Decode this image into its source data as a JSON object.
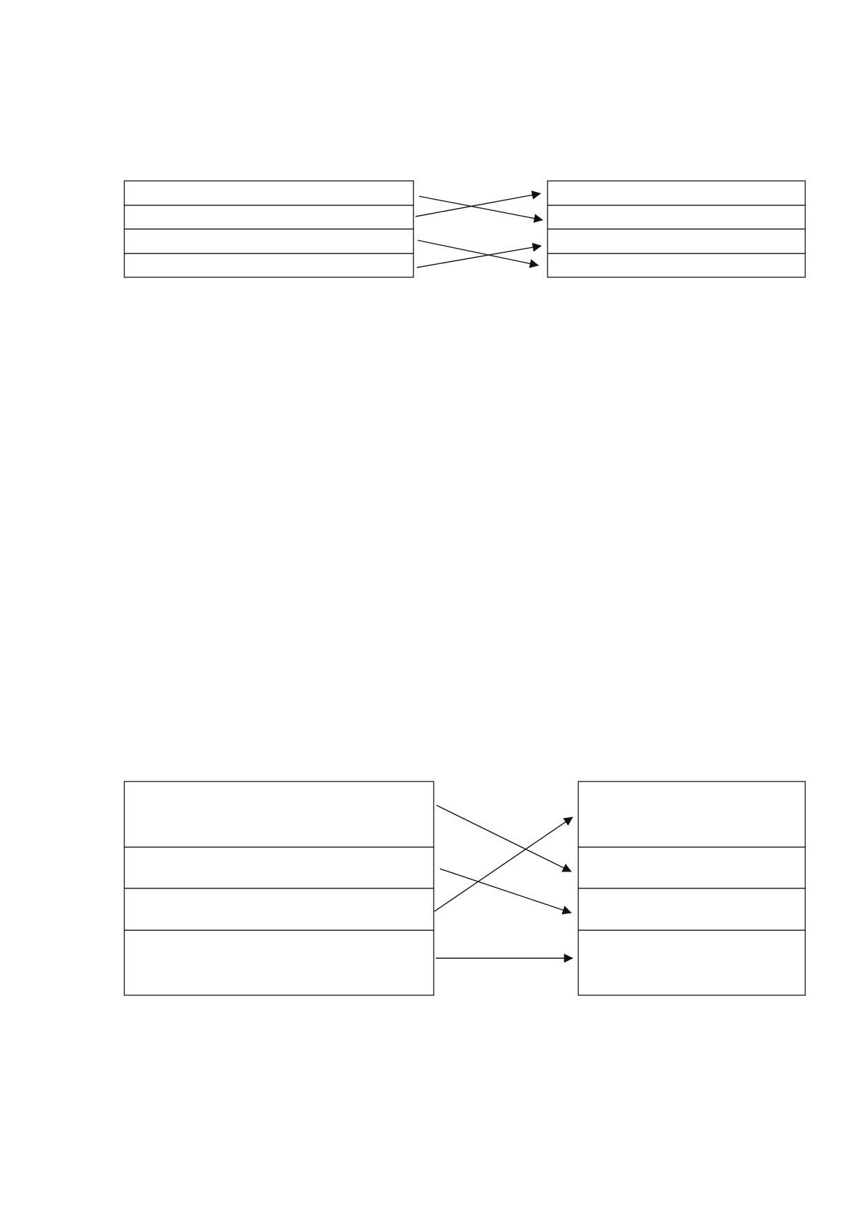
{
  "colors": {
    "line": "#111111",
    "border": "#222222",
    "background": "#ffffff"
  },
  "diagrams": [
    {
      "left_column": {
        "cells": [
          "",
          "",
          "",
          ""
        ]
      },
      "right_column": {
        "cells": [
          "",
          "",
          "",
          ""
        ]
      },
      "mappings": [
        {
          "from": 1,
          "to": 2
        },
        {
          "from": 2,
          "to": 1
        },
        {
          "from": 3,
          "to": 4
        },
        {
          "from": 4,
          "to": 3
        }
      ]
    },
    {
      "left_column": {
        "cells": [
          "",
          "",
          "",
          ""
        ]
      },
      "right_column": {
        "cells": [
          "",
          "",
          "",
          ""
        ]
      },
      "mappings": [
        {
          "from": 1,
          "to": 2
        },
        {
          "from": 2,
          "to": 3
        },
        {
          "from": 3,
          "to": 1
        },
        {
          "from": 4,
          "to": 4
        }
      ]
    }
  ]
}
